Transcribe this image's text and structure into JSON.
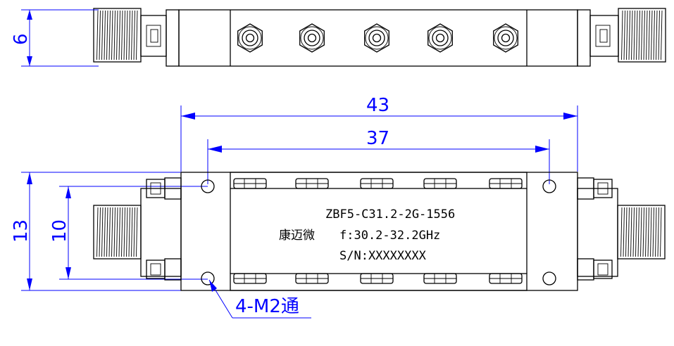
{
  "dimensions": {
    "height_top_view": "6",
    "overall_length": "43",
    "hole_spacing_x": "37",
    "overall_height": "13",
    "hole_spacing_y": "10",
    "hole_callout": "4-M2通"
  },
  "label": {
    "model": "ZBF5-C31.2-2G-1556",
    "brand": "康迈微",
    "frequency": "f:30.2-32.2GHz",
    "serial": "S/N:XXXXXXXX"
  },
  "colors": {
    "dimension": "#0000ff",
    "outline": "#000000"
  }
}
